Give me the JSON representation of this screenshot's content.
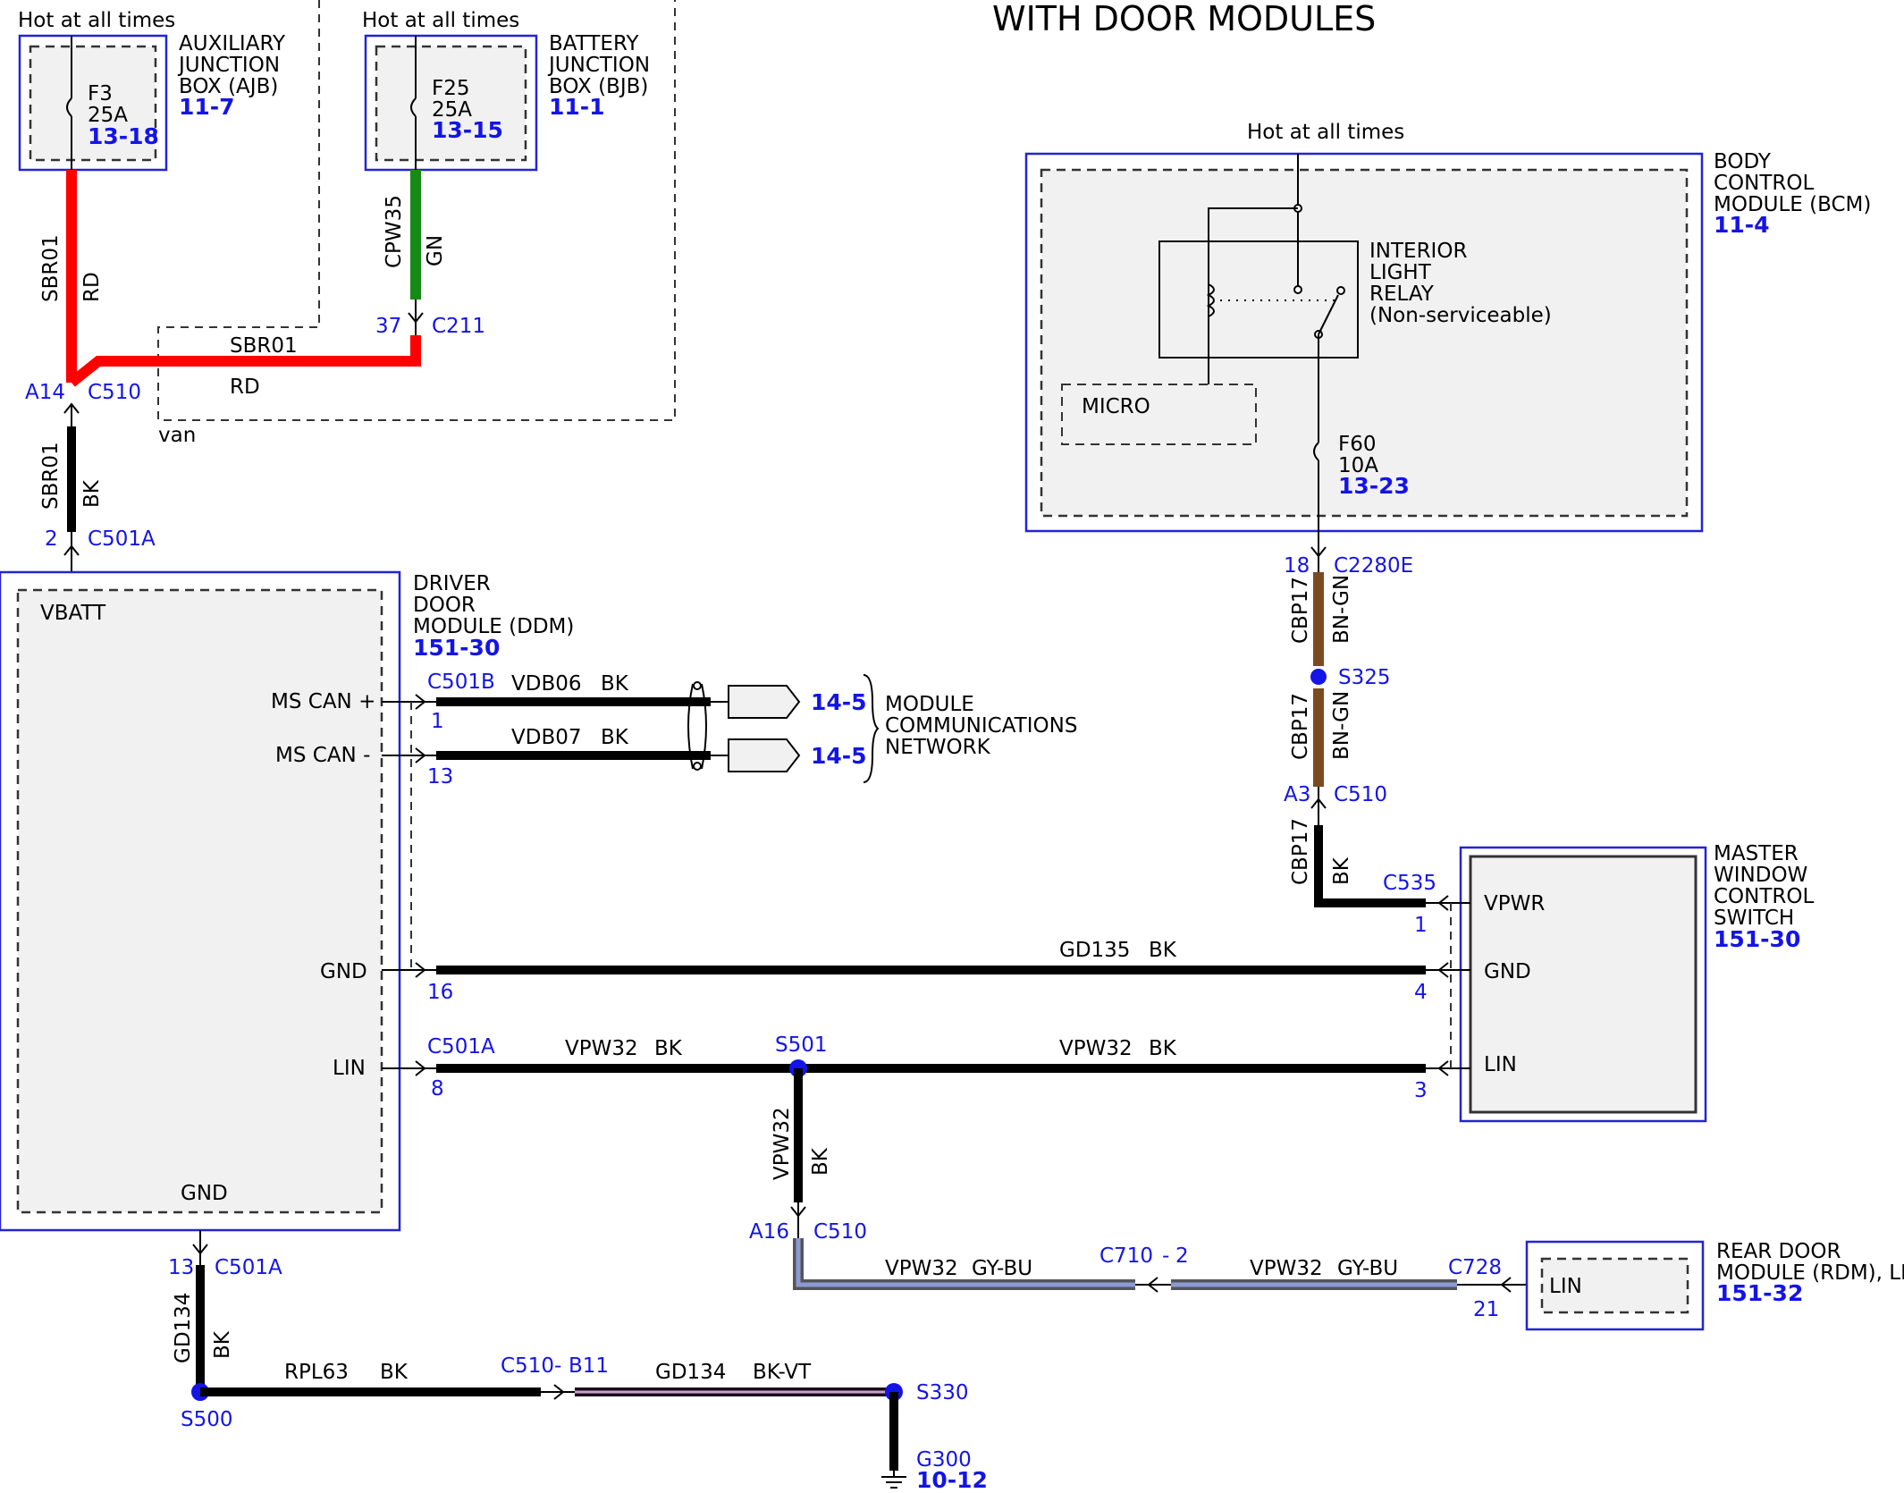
{
  "title": "WITH DOOR MODULES",
  "hot_labels": {
    "hot1": "Hot at all times",
    "hot2": "Hot at all times",
    "hot3": "Hot at all times"
  },
  "ajb": {
    "name1": "AUXILIARY",
    "name2": "JUNCTION",
    "name3": "BOX (AJB)",
    "ref": "11-7",
    "fuse": "F3",
    "amps": "25A",
    "fuse_ref": "13-18"
  },
  "bjb": {
    "name1": "BATTERY",
    "name2": "JUNCTION",
    "name3": "BOX (BJB)",
    "ref": "11-1",
    "fuse": "F25",
    "amps": "25A",
    "fuse_ref": "13-15"
  },
  "van_label": "van",
  "bcm": {
    "name1": "BODY",
    "name2": "CONTROL",
    "name3": "MODULE (BCM)",
    "ref": "11-4",
    "relay1": "INTERIOR",
    "relay2": "LIGHT",
    "relay3": "RELAY",
    "relay4": "(Non-serviceable)",
    "micro": "MICRO",
    "fuse": "F60",
    "amps": "10A",
    "fuse_ref": "13-23"
  },
  "ddm": {
    "name1": "DRIVER",
    "name2": "DOOR",
    "name3": "MODULE (DDM)",
    "ref": "151-30",
    "vbatt": "VBATT",
    "ms_can_plus": "MS CAN +",
    "ms_can_minus": "MS CAN -",
    "gnd": "GND",
    "lin": "LIN",
    "gnd_bottom": "GND"
  },
  "network": {
    "label1": "MODULE",
    "label2": "COMMUNICATIONS",
    "label3": "NETWORK",
    "ref1": "14-5",
    "ref2": "14-5"
  },
  "mwcs": {
    "name1": "MASTER",
    "name2": "WINDOW",
    "name3": "CONTROL",
    "name4": "SWITCH",
    "ref": "151-30",
    "vpwr": "VPWR",
    "gnd": "GND",
    "lin": "LIN"
  },
  "rdm": {
    "name1": "REAR DOOR",
    "name2": "MODULE (RDM), LH",
    "ref": "151-32",
    "lin": "LIN"
  },
  "connectors": {
    "c510_a14_pin": "A14",
    "c510_a14": "C510",
    "c501a_2_pin": "2",
    "c501a_2": "C501A",
    "c211_pin": "37",
    "c211": "C211",
    "c2280e_pin": "18",
    "c2280e": "C2280E",
    "c510_a3_pin": "A3",
    "c510_a3": "C510",
    "c535": "C535",
    "c535_pin1": "1",
    "c535_pin4": "4",
    "c535_pin3": "3",
    "c501b": "C501B",
    "c501b_pin1": "1",
    "c501b_pin13": "13",
    "c501b_pin16": "16",
    "c501a_lin": "C501A",
    "c501a_lin_pin": "8",
    "c510_a16_pin": "A16",
    "c510_a16": "C510",
    "c710": "C710",
    "c710_pin": "2",
    "c728": "C728",
    "c728_pin": "21",
    "c501a_13_pin": "13",
    "c501a_13": "C501A",
    "c510_b11": "C510",
    "c510_b11_pin": "B11"
  },
  "splices": {
    "s325": "S325",
    "s501": "S501",
    "s500": "S500",
    "s330": "S330"
  },
  "ground": {
    "name": "G300",
    "ref": "10-12"
  },
  "wires": {
    "sbr01_top": "SBR01",
    "sbr01_top_color": "RD",
    "sbr01_horiz": "SBR01",
    "sbr01_horiz_color": "RD",
    "cpw35": "CPW35",
    "cpw35_color": "GN",
    "sbr01_bk": "SBR01",
    "sbr01_bk_color": "BK",
    "cbp17_a": "CBP17",
    "cbp17_a_color": "BN-GN",
    "cbp17_b": "CBP17",
    "cbp17_b_color": "BN-GN",
    "cbp17_c": "CBP17",
    "cbp17_c_color": "BK",
    "vdb06": "VDB06",
    "vdb06_color": "BK",
    "vdb07": "VDB07",
    "vdb07_color": "BK",
    "gd135": "GD135",
    "gd135_color": "BK",
    "vpw32_a": "VPW32",
    "vpw32_a_color": "BK",
    "vpw32_b": "VPW32",
    "vpw32_b_color": "BK",
    "vpw32_v": "VPW32",
    "vpw32_v_color": "BK",
    "vpw32_c": "VPW32",
    "vpw32_c_color": "GY-BU",
    "vpw32_d": "VPW32",
    "vpw32_d_color": "GY-BU",
    "gd134_v": "GD134",
    "gd134_v_color": "BK",
    "rpl63": "RPL63",
    "rpl63_color": "BK",
    "gd134_h": "GD134",
    "gd134_h_color": "BK-VT"
  },
  "colors": {
    "rd": "#ff0000",
    "gn": "#168a16",
    "bk": "#000000",
    "bn_gn": "#7b4a20",
    "gy_bu": "#6a78b8",
    "bk_vt": "#3a1a3a",
    "module_border": "#2424d0",
    "reference": "#1414e6"
  }
}
